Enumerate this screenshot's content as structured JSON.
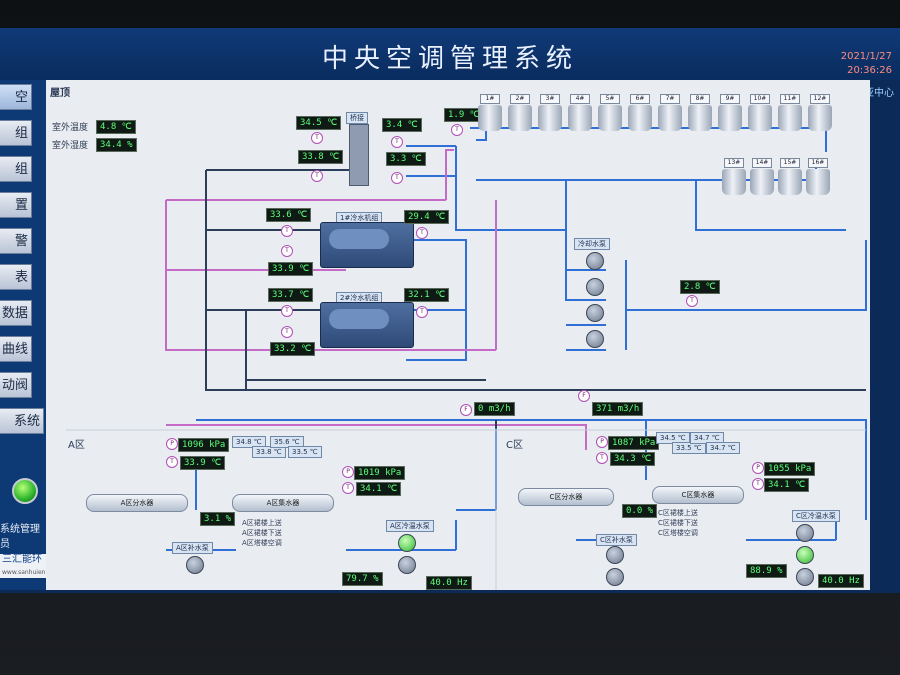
{
  "header": {
    "title": "中央空调管理系统",
    "date": "2021/1/27",
    "time": "20:36:26",
    "company": "东方梅迪亚中心"
  },
  "sidebar": {
    "items": [
      "空",
      "组",
      "组",
      "置",
      "警",
      "表",
      "数据",
      "曲线",
      "动阀",
      "系统"
    ],
    "system_label": "系统管理员",
    "logo": "三汇能环",
    "logo_url_text": "www.sanhuienh.com"
  },
  "roof": {
    "title": "屋顶",
    "outdoor_temp_label": "室外温度",
    "outdoor_temp": "4.8 ℃",
    "outdoor_humidity_label": "室外湿度",
    "outdoor_humidity": "34.4 %",
    "collector_label": "桥接",
    "temps": [
      "34.5 ℃",
      "3.4 ℃",
      "33.8 ℃",
      "3.3 ℃",
      "1.9 ℃"
    ],
    "towers": [
      "1#",
      "2#",
      "3#",
      "4#",
      "5#",
      "6#",
      "7#",
      "8#",
      "9#",
      "10#",
      "11#",
      "12#",
      "13#",
      "14#",
      "15#",
      "16#"
    ]
  },
  "chillers": [
    {
      "name": "1#冷水机组",
      "in": "33.6 ℃",
      "out": "29.4 ℃",
      "low": "33.9 ℃"
    },
    {
      "name": "2#冷水机组",
      "in": "33.7 ℃",
      "out": "32.1 ℃",
      "low": "33.2 ℃"
    }
  ],
  "cooling_pump_label": "冷却水泵",
  "cooling_temp": "2.8 ℃",
  "flows": [
    "0 m3/h",
    "371 m3/h"
  ],
  "zone_a": {
    "title": "A区",
    "pressure": "1096 kPa",
    "temp": "33.9 ℃",
    "branch_temps": [
      "34.8 ℃",
      "33.8 ℃",
      "35.6 ℃",
      "33.5 ℃"
    ],
    "supply_label": "A区分水器",
    "return_label": "A区集水器",
    "valve_pct": "3.1 %",
    "return_pressure": "1019 kPa",
    "return_temp": "34.1 ℃",
    "branches": [
      "A区裙楼上送",
      "A区裙楼下送",
      "A区塔楼空调"
    ],
    "makeup_pump_label": "A区补水泵",
    "circ_pump_label": "A区冷温水泵",
    "pump_pct": "79.7 %",
    "freq": "40.0 Hz"
  },
  "zone_c": {
    "title": "C区",
    "pressure": "1087 kPa",
    "temp": "34.3 ℃",
    "branch_temps": [
      "34.5 ℃",
      "33.5 ℃",
      "34.7 ℃",
      "34.7 ℃"
    ],
    "supply_label": "C区分水器",
    "return_label": "C区集水器",
    "valve_pct": "0.0 %",
    "return_pressure": "1055 kPa",
    "return_temp": "34.1 ℃",
    "branches": [
      "C区裙楼上送",
      "C区裙楼下送",
      "C区塔楼空调"
    ],
    "makeup_pump_label": "C区补水泵",
    "circ_pump_label": "C区冷温水泵",
    "pump_pct": "88.9 %",
    "freq": "40.0 Hz"
  },
  "colors": {
    "blue_pipe": "#2f6fd6",
    "purple_pipe": "#c46bc8",
    "dark_pipe": "#2c3e5a"
  }
}
